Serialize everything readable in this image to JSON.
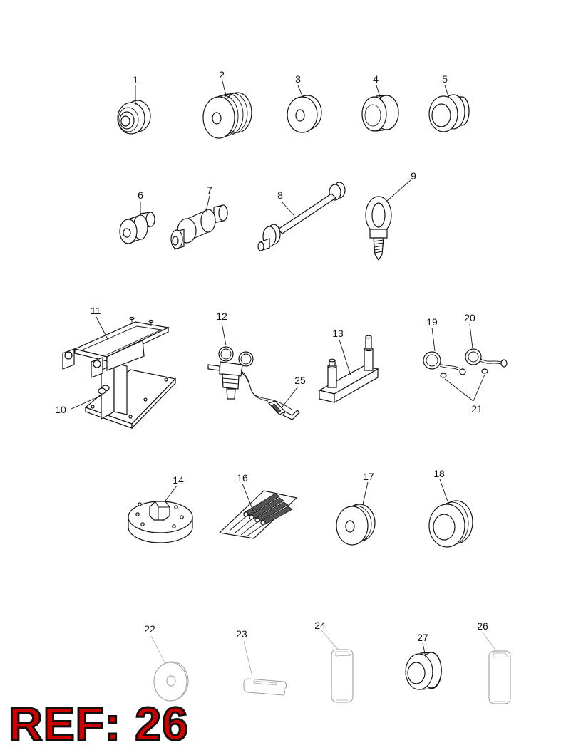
{
  "callouts": {
    "p1": "1",
    "p2": "2",
    "p3": "3",
    "p4": "4",
    "p5": "5",
    "p6": "6",
    "p7": "7",
    "p8": "8",
    "p9": "9",
    "p10": "10",
    "p11": "11",
    "p12": "12",
    "p13": "13",
    "p14": "14",
    "p16": "16",
    "p17": "17",
    "p18": "18",
    "p19": "19",
    "p20": "20",
    "p21": "21",
    "p22": "22",
    "p23": "23",
    "p24": "24",
    "p25": "25",
    "p26": "26",
    "p27": "27"
  },
  "ref_label": "REF: 26",
  "colors": {
    "ref_text": "#d10000",
    "line": "#111111",
    "faint": "#9a9a9a"
  }
}
